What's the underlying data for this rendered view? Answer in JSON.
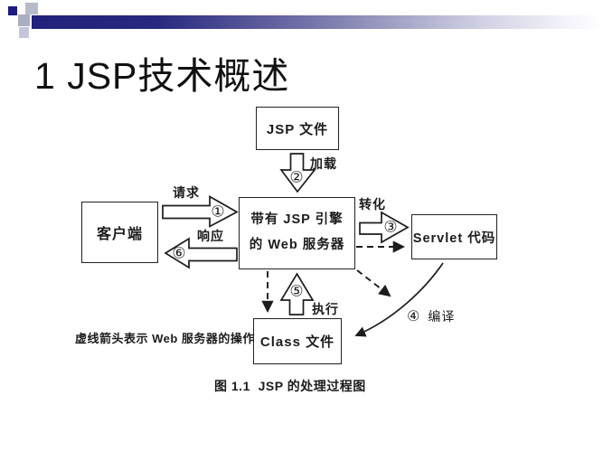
{
  "slide": {
    "title": "1 JSP技术概述"
  },
  "diagram": {
    "boxes": {
      "jsp_file": "JSP 文件",
      "client": "客户端",
      "web_server_line1": "带有 JSP 引擎",
      "web_server_line2": "的 Web 服务器",
      "servlet": "Servlet 代码",
      "class_file": "Class 文件"
    },
    "arrows": {
      "request": {
        "num": "①",
        "label": "请求"
      },
      "load": {
        "num": "②",
        "label": "加载"
      },
      "transform": {
        "num": "③",
        "label": "转化"
      },
      "compile": {
        "num": "④",
        "label": "编译"
      },
      "execute": {
        "num": "⑤",
        "label": "执行"
      },
      "response": {
        "num": "⑥",
        "label": "响应"
      }
    },
    "note": "虚线箭头表示 Web 服务器的操作",
    "caption": "图 1.1  JSP 的处理过程图"
  },
  "colors": {
    "accent_navy": "#1c1c82",
    "ink": "#1c1c1c"
  }
}
